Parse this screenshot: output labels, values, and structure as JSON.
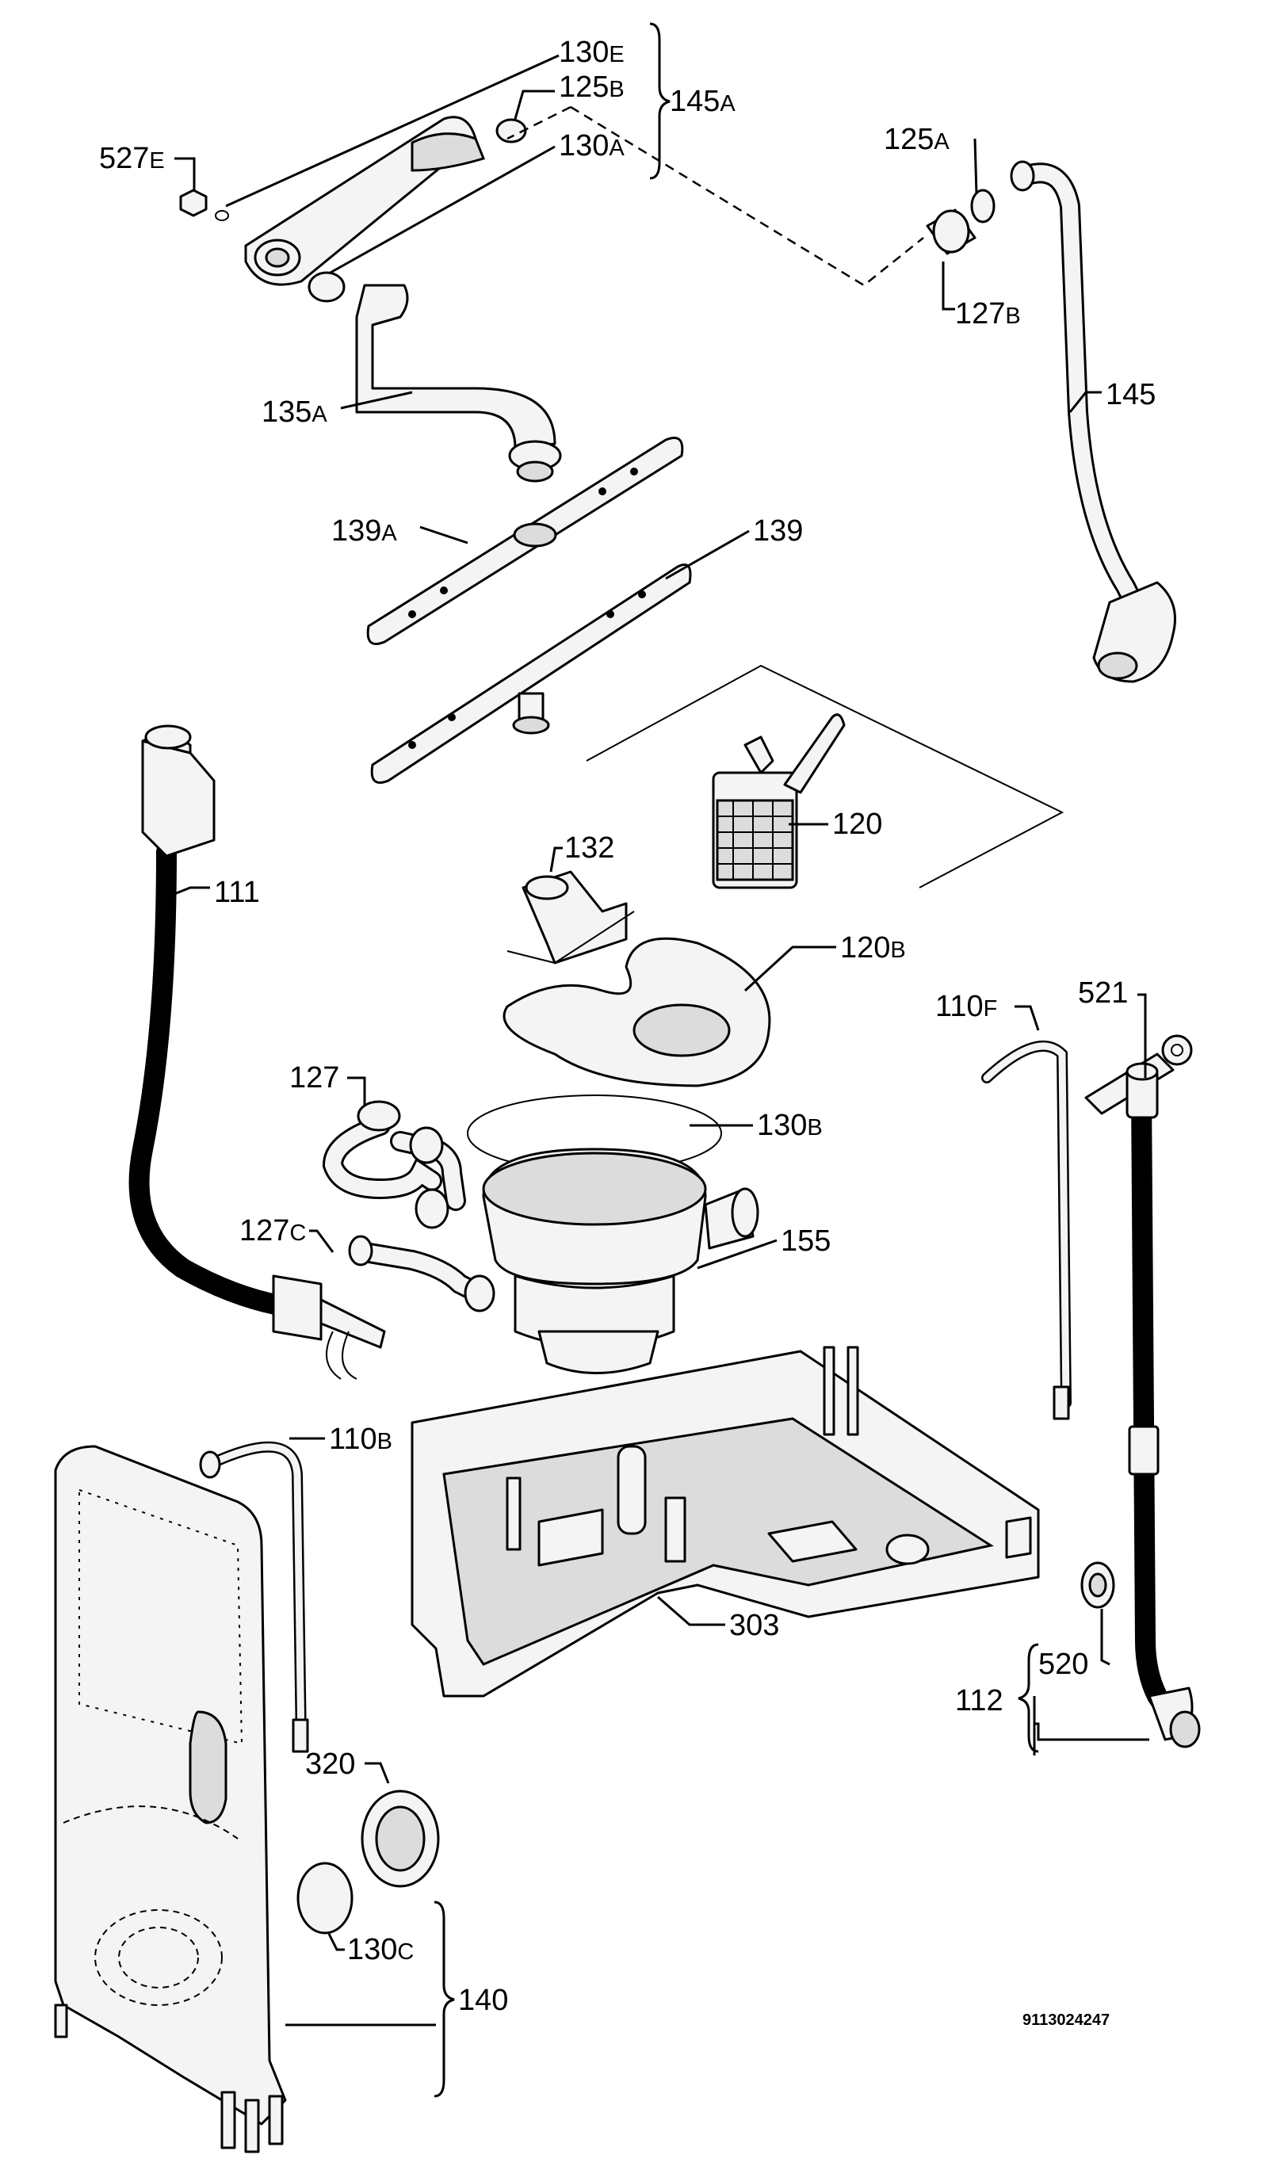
{
  "labels": {
    "p130e": {
      "num": "130",
      "suf": "E"
    },
    "p125b": {
      "num": "125",
      "suf": "B"
    },
    "p145a": {
      "num": "145",
      "suf": "A"
    },
    "p130a": {
      "num": "130",
      "suf": "A"
    },
    "p527e": {
      "num": "527",
      "suf": "E"
    },
    "p125a": {
      "num": "125",
      "suf": "A"
    },
    "p127b": {
      "num": "127",
      "suf": "B"
    },
    "p145": {
      "num": "145",
      "suf": ""
    },
    "p135a": {
      "num": "135",
      "suf": "A"
    },
    "p139a": {
      "num": "139",
      "suf": "A"
    },
    "p139": {
      "num": "139",
      "suf": ""
    },
    "p111": {
      "num": "111",
      "suf": ""
    },
    "p132": {
      "num": "132",
      "suf": ""
    },
    "p120": {
      "num": "120",
      "suf": ""
    },
    "p120b": {
      "num": "120",
      "suf": "B"
    },
    "p521": {
      "num": "521",
      "suf": ""
    },
    "p110f": {
      "num": "110",
      "suf": "F"
    },
    "p127": {
      "num": "127",
      "suf": ""
    },
    "p130b": {
      "num": "130",
      "suf": "B"
    },
    "p127c": {
      "num": "127",
      "suf": "C"
    },
    "p155": {
      "num": "155",
      "suf": ""
    },
    "p110b": {
      "num": "110",
      "suf": "B"
    },
    "p303": {
      "num": "303",
      "suf": ""
    },
    "p520": {
      "num": "520",
      "suf": ""
    },
    "p112": {
      "num": "112",
      "suf": ""
    },
    "p320": {
      "num": "320",
      "suf": ""
    },
    "p130c": {
      "num": "130",
      "suf": "C"
    },
    "p140": {
      "num": "140",
      "suf": ""
    }
  },
  "document_number": "9113024247"
}
